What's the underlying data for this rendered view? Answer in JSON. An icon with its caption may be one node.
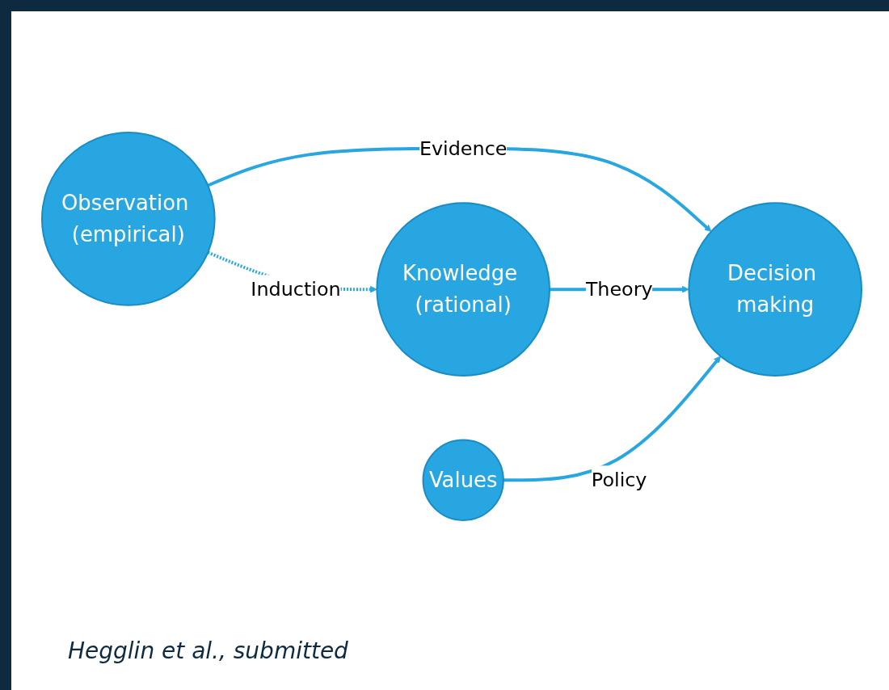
{
  "diagram": {
    "caption": "Hegglin et al., submitted",
    "nodes": [
      {
        "text": [
          "Observation (empirical)"
        ]
      },
      {
        "text": [
          "Knowledge (rational)"
        ]
      },
      {
        "text": [
          "Decision making"
        ]
      },
      {
        "text": [
          "Values"
        ]
      }
    ],
    "edges": [
      {
        "from": 0,
        "to": 1,
        "arrow": "to",
        "label": "Induction",
        "style": "dashed"
      },
      {
        "from": 0,
        "to": 2,
        "arrow": "to",
        "label": "Evidence"
      },
      {
        "from": 1,
        "to": 2,
        "arrow": "to",
        "label": "Theory"
      },
      {
        "from": 3,
        "to": 2,
        "arrow": "to",
        "label": "Policy"
      }
    ]
  }
}
